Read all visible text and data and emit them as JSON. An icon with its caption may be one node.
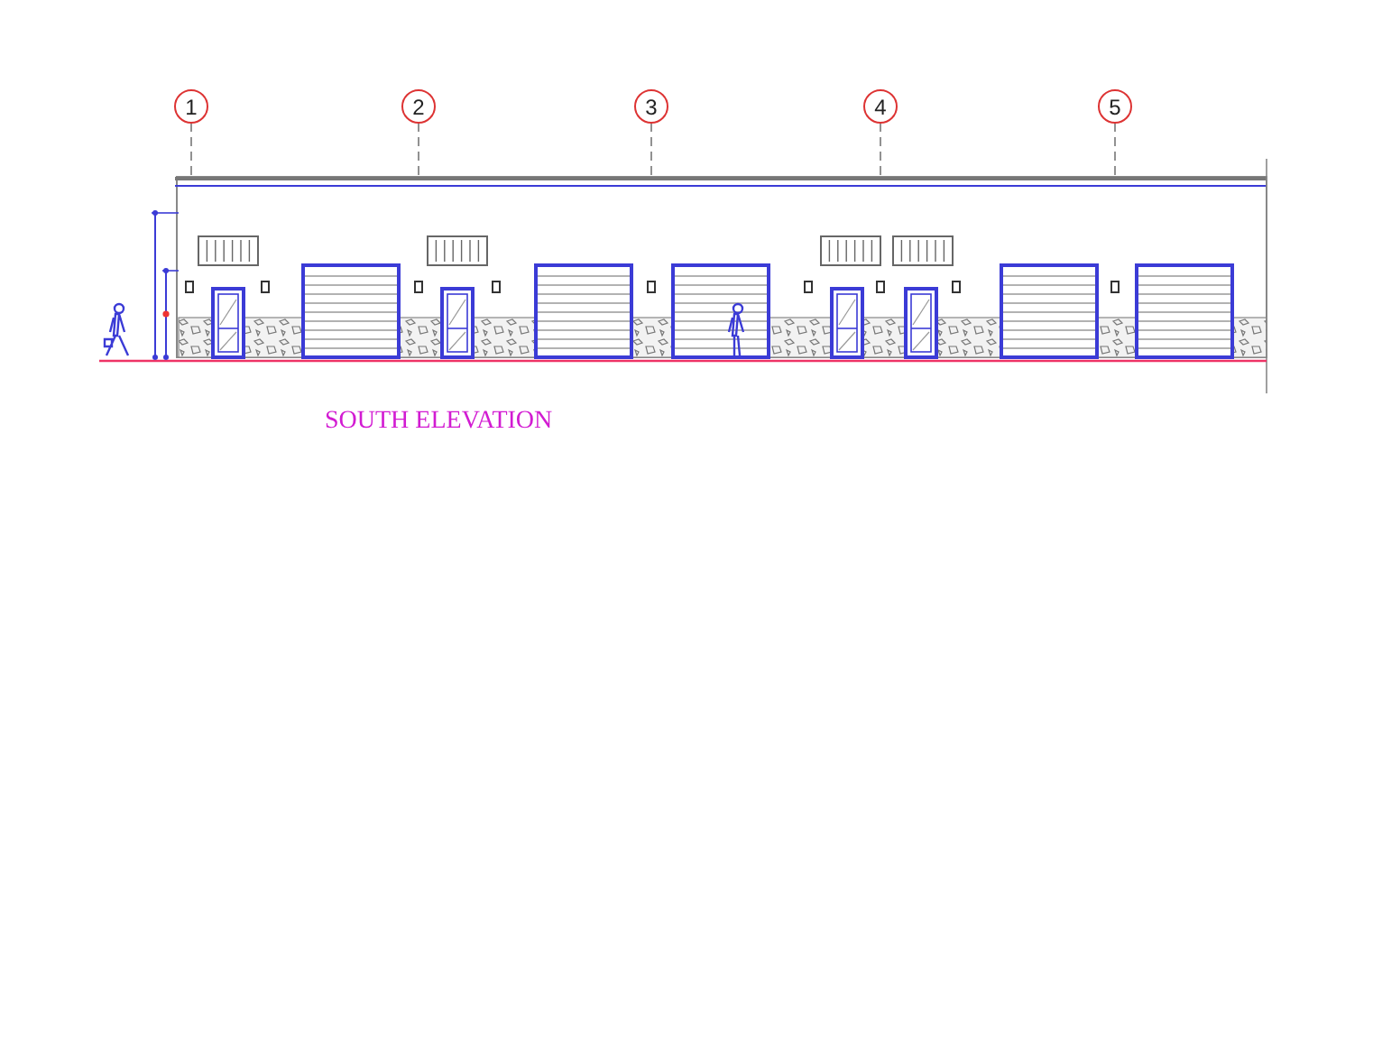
{
  "diagram": {
    "caption": "SOUTH ELEVATION",
    "labels": [
      "1",
      "2",
      "3",
      "4",
      "5"
    ]
  }
}
